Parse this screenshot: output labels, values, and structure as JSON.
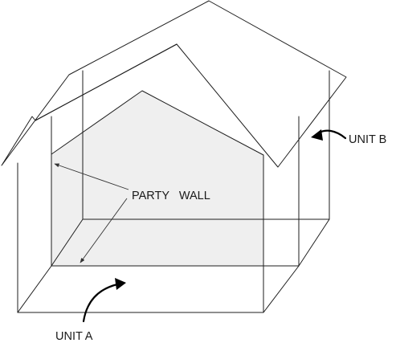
{
  "labels": {
    "party_wall": "PARTY   WALL",
    "unit_a": "UNIT A",
    "unit_b": "UNIT B"
  },
  "colors": {
    "line": "#1e1e1e",
    "wall_fill": "#efefef",
    "background": "#ffffff"
  }
}
